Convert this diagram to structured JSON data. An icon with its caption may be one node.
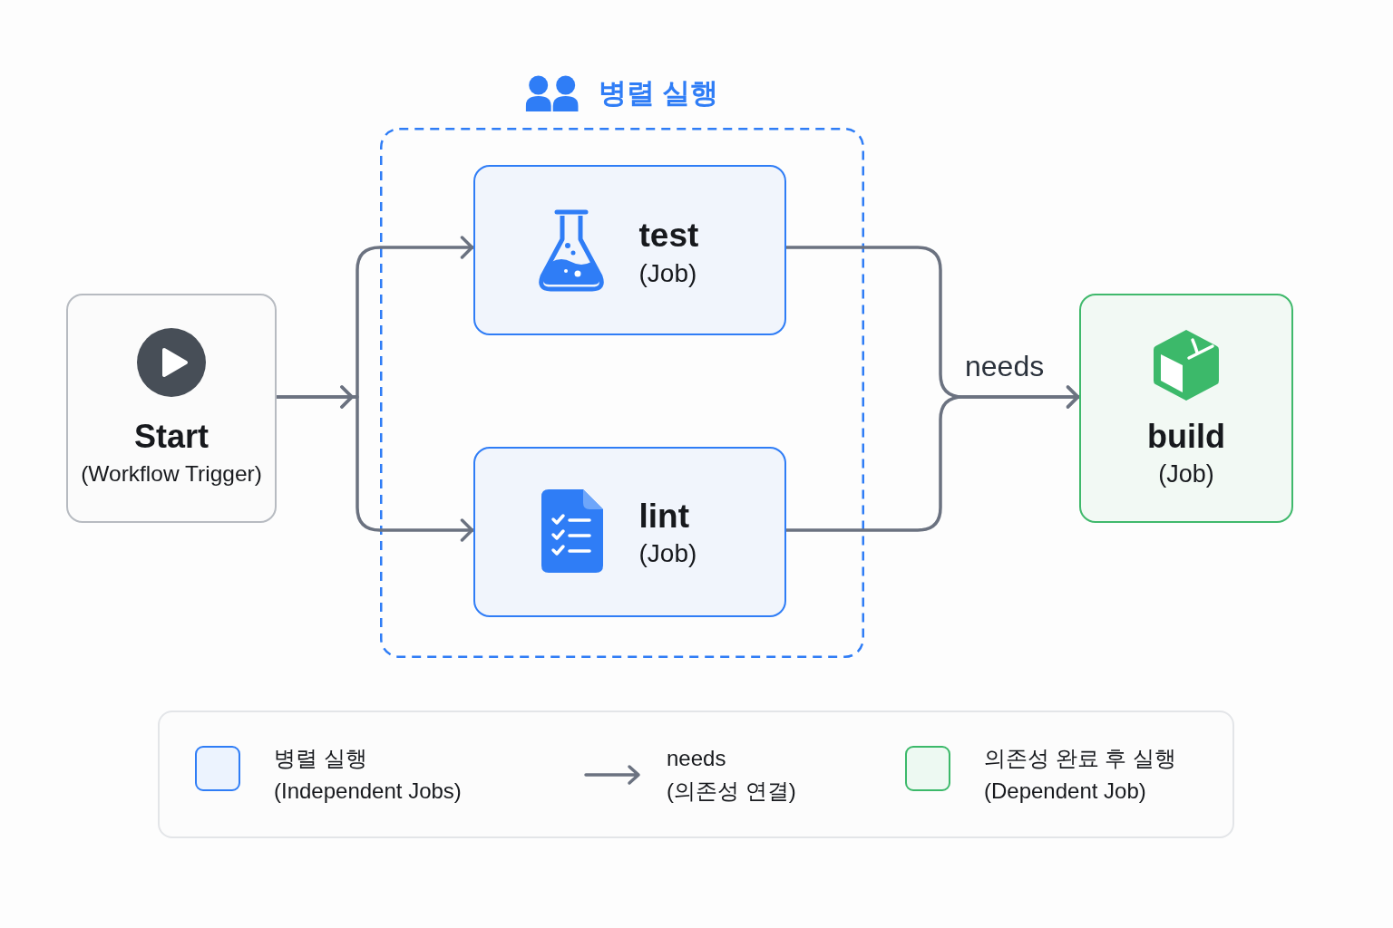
{
  "diagram": {
    "nodes": [
      {
        "text": [
          "Start",
          "(Workflow Trigger)"
        ]
      },
      {
        "text": [
          "병렬 실행"
        ]
      },
      {
        "text": [
          "test",
          "(Job)"
        ],
        "in": 1
      },
      {
        "text": [
          "lint",
          "(Job)"
        ],
        "in": 1
      },
      {
        "text": [
          "build",
          "(Job)"
        ]
      }
    ],
    "edges": [
      {
        "from": 0,
        "to": 2,
        "arrow": "to"
      },
      {
        "from": 0,
        "to": 3,
        "arrow": "to"
      },
      {
        "from": 2,
        "to": 4,
        "arrow": "to",
        "label": "needs"
      },
      {
        "from": 3,
        "to": 4,
        "arrow": "to"
      }
    ],
    "legend": [
      {
        "text": "병렬 실행 (Independent Jobs)",
        "color": "#2f7df6"
      },
      {
        "text": "needs (의존성 연결)"
      },
      {
        "text": "의존성 완료 후 실행 (Dependent Job)",
        "color": "#3cb96a"
      }
    ]
  }
}
